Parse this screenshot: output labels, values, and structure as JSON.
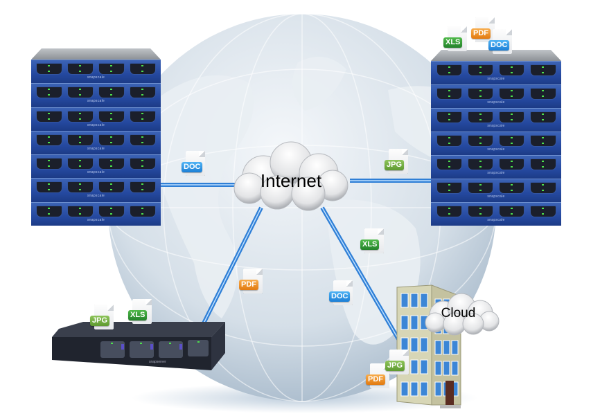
{
  "title": "Internet storage network diagram",
  "colors": {
    "link": "#2f7fd6",
    "link_highlight": "#bfe0ff",
    "rack_blue": "#2549a0",
    "globe": "#c9d6e2"
  },
  "clouds": {
    "internet": {
      "label": "Internet"
    },
    "cloud": {
      "label": "Cloud"
    }
  },
  "nodes": {
    "left_rack": {
      "brand": "snapscale",
      "units": 7
    },
    "right_rack": {
      "brand": "snapscale",
      "units": 7,
      "files": [
        "XLS",
        "PDF",
        "DOC"
      ]
    },
    "bottom_server": {
      "brand": "snapserver",
      "files": [
        "JPG",
        "XLS"
      ]
    },
    "building": {
      "files": [
        "JPG",
        "PDF"
      ]
    }
  },
  "link_files": {
    "left_link": "DOC",
    "right_link": "JPG",
    "bottom_left_link": "PDF",
    "bottom_right_link_a": "XLS",
    "bottom_right_link_b": "DOC"
  }
}
